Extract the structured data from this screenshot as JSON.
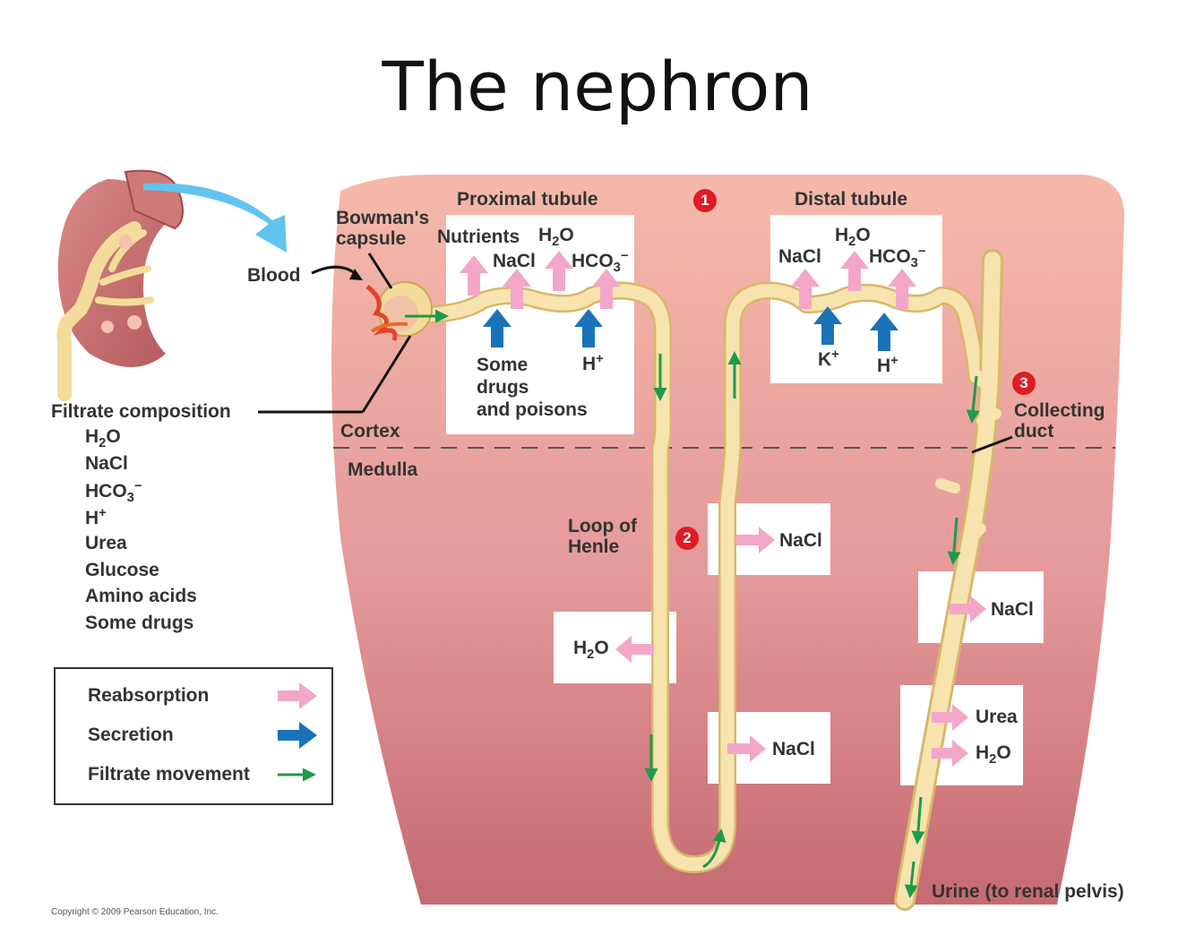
{
  "title": "The nephron",
  "labels": {
    "blood": "Blood",
    "bowmans_capsule_1": "Bowman's",
    "bowmans_capsule_2": "capsule",
    "proximal_tubule": "Proximal tubule",
    "distal_tubule": "Distal tubule",
    "cortex": "Cortex",
    "medulla": "Medulla",
    "loop_of_henle_1": "Loop of",
    "loop_of_henle_2": "Henle",
    "collecting_duct_1": "Collecting",
    "collecting_duct_2": "duct",
    "urine": "Urine (to renal pelvis)"
  },
  "badges": [
    "1",
    "2",
    "3"
  ],
  "proximal": {
    "nutrients": "Nutrients",
    "h2o": "H",
    "h2o_sub": "2",
    "h2o_o": "O",
    "nacl": "NaCl",
    "hco3": "HCO",
    "hco3_sub": "3",
    "hco3_sup": "−",
    "secretion_1": "Some",
    "secretion_2": "drugs",
    "secretion_3": "and poisons",
    "h_plus": "H",
    "h_plus_sup": "+"
  },
  "distal": {
    "nacl": "NaCl",
    "h2o": "H",
    "h2o_sub": "2",
    "h2o_o": "O",
    "hco3": "HCO",
    "hco3_sub": "3",
    "hco3_sup": "−",
    "k_plus": "K",
    "k_plus_sup": "+",
    "h_plus": "H",
    "h_plus_sup": "+"
  },
  "loop_boxes": {
    "nacl_upper": "NaCl",
    "h2o": "H",
    "h2o_sub": "2",
    "h2o_o": "O",
    "nacl_lower": "NaCl"
  },
  "duct_boxes": {
    "nacl": "NaCl",
    "urea": "Urea",
    "h2o": "H",
    "h2o_sub": "2",
    "h2o_o": "O"
  },
  "filtrate": {
    "heading": "Filtrate composition",
    "items": [
      {
        "main": "H",
        "sub": "2",
        "tail": "O",
        "sup": ""
      },
      {
        "main": "NaCl",
        "sub": "",
        "tail": "",
        "sup": ""
      },
      {
        "main": "HCO",
        "sub": "3",
        "tail": "",
        "sup": "−"
      },
      {
        "main": "H",
        "sub": "",
        "tail": "",
        "sup": "+"
      },
      {
        "main": "Urea",
        "sub": "",
        "tail": "",
        "sup": ""
      },
      {
        "main": "Glucose",
        "sub": "",
        "tail": "",
        "sup": ""
      },
      {
        "main": "Amino acids",
        "sub": "",
        "tail": "",
        "sup": ""
      },
      {
        "main": "Some drugs",
        "sub": "",
        "tail": "",
        "sup": ""
      }
    ]
  },
  "legend": {
    "reabsorption": "Reabsorption",
    "secretion": "Secretion",
    "filtrate_movement": "Filtrate movement"
  },
  "colors": {
    "reabsorption": "#f4a6c8",
    "secretion": "#1a72b8",
    "filtrate_movement": "#1e9a4a",
    "tubule": "#f3dc9a",
    "tissue_top": "#f3b2a3",
    "tissue_bottom": "#c4626a",
    "kidney_arrow": "#62c3ee"
  },
  "copyright": "Copyright © 2009 Pearson Education, Inc."
}
